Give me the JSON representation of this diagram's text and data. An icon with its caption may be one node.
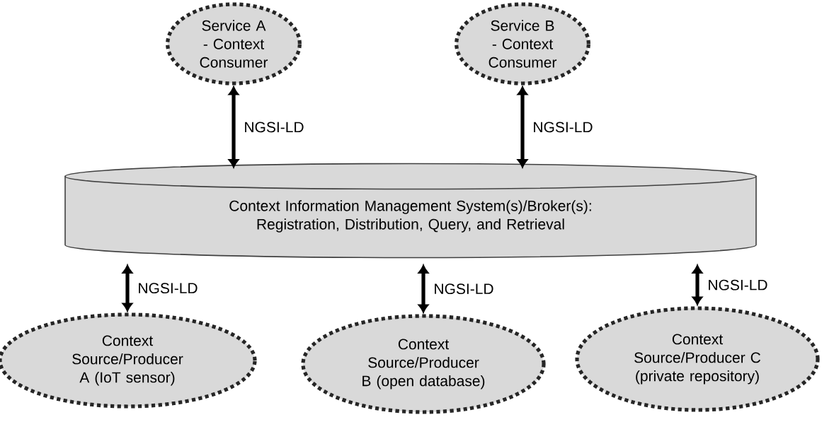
{
  "diagram": {
    "nodes": [
      {
        "text": [
          "Service A - Context Consumer"
        ]
      },
      {
        "text": [
          "Service B - Context Consumer"
        ]
      },
      {
        "text": [
          "Context Information Management System(s)/Broker(s): Registration, Distribution, Query, and Retrieval"
        ]
      },
      {
        "text": [
          "Context Source/Producer A (IoT sensor)"
        ]
      },
      {
        "text": [
          "Context Source/Producer B (open database)"
        ]
      },
      {
        "text": [
          "Context Source/Producer C (private repository)"
        ]
      }
    ],
    "edges": [
      {
        "from": 0,
        "to": 2,
        "arrow": "both",
        "label": "NGSI-LD"
      },
      {
        "from": 1,
        "to": 2,
        "arrow": "both",
        "label": "NGSI-LD"
      },
      {
        "from": 2,
        "to": 3,
        "arrow": "both",
        "label": "NGSI-LD"
      },
      {
        "from": 2,
        "to": 4,
        "arrow": "both",
        "label": "NGSI-LD"
      },
      {
        "from": 2,
        "to": 5,
        "arrow": "both",
        "label": "NGSI-LD"
      }
    ]
  }
}
